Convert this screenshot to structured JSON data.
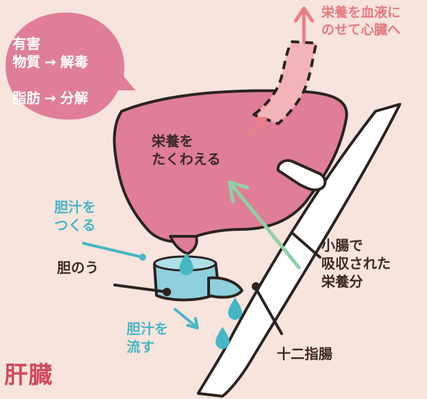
{
  "title": "肝臓",
  "bubble": {
    "line1": "有害",
    "line2": "物質",
    "arrow1": "→",
    "result1": "解毒",
    "fat": "脂肪",
    "arrow2": "→",
    "result2": "分解"
  },
  "labels": {
    "blood_line1": "栄養を血液に",
    "blood_line2": "のせて心臓へ",
    "store_line1": "栄養を",
    "store_line2": "たくわえる",
    "bile_make_line1": "胆汁を",
    "bile_make_line2": "つくる",
    "gallbladder": "胆のう",
    "bile_flow_line1": "胆汁を",
    "bile_flow_line2": "流す",
    "absorbed_line1": "小腸で",
    "absorbed_line2": "吸収された",
    "absorbed_line3": "栄養分",
    "duodenum": "十二指腸"
  },
  "colors": {
    "background": "#f6e4dd",
    "liver": "#df7e96",
    "bubble": "#df7e96",
    "vessel": "#f2b3b9",
    "gallbladder": "#8ed0dc",
    "bile": "#46b6c4",
    "nutrient_arrow": "#8fd1a6",
    "blood_arrow": "#ea7e86",
    "outline": "#2b2320",
    "title": "#cf4a5b"
  }
}
